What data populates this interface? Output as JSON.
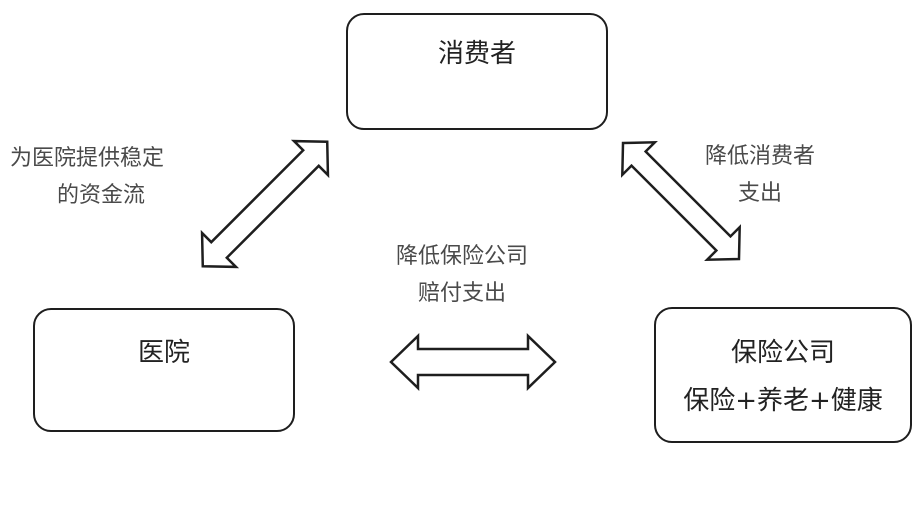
{
  "nodes": {
    "consumer": {
      "title": "消费者"
    },
    "hospital": {
      "title": "医院"
    },
    "insurer": {
      "title": "保险公司",
      "subtitle": "保险+养老+健康"
    }
  },
  "edges": {
    "hospital_consumer": {
      "line1": "为医院提供稳定",
      "line2": "的资金流"
    },
    "consumer_insurer": {
      "line1": "降低消费者",
      "line2": "支出"
    },
    "hospital_insurer": {
      "line1": "降低保险公司",
      "line2": "赔付支出"
    }
  },
  "colors": {
    "stroke": "#1e1e1e",
    "caption": "#4a4a4a"
  }
}
